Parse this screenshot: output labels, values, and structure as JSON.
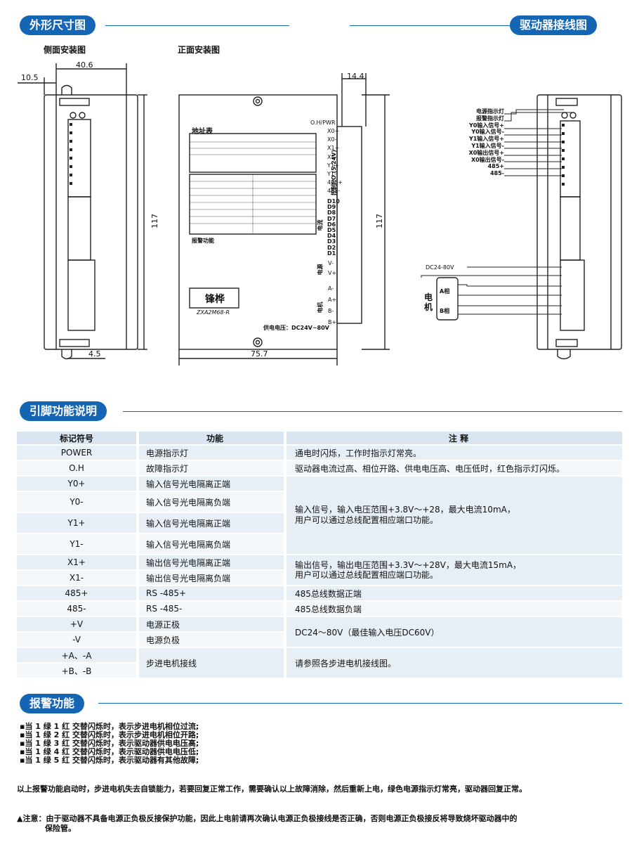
{
  "sections": {
    "dimensions_title": "外形尺寸图",
    "wiring_title": "驱动器接线图",
    "pins_title": "引脚功能说明",
    "alarm_title": "报警功能"
  },
  "drawing": {
    "side_label": "侧面安装图",
    "front_label": "正面安装图",
    "dim_10_5": "10.5",
    "dim_40_6": "40.6",
    "dim_117_left": "117",
    "dim_4_5": "4.5",
    "dim_14_4": "14.4",
    "dim_117_right": "117",
    "dim_75_7": "75.7",
    "front_panel": {
      "oh_pwr": "O.H/PWR",
      "address_table": "地址表",
      "control_io": "控制I/O (5-24V)",
      "io_pins": [
        "X0+",
        "X0-",
        "X1+",
        "X1-",
        "Y1+",
        "Y1-",
        "485+",
        "485-"
      ],
      "current": "电流",
      "d_pins": [
        "D10",
        "D9",
        "D8",
        "D7",
        "D6",
        "D5",
        "D4",
        "D3",
        "D2",
        "D1"
      ],
      "power": "电源",
      "power_pins": [
        "V-",
        "V+"
      ],
      "motor": "电机",
      "motor_pins": [
        "A-",
        "A+",
        "B-",
        "B+"
      ],
      "alarm_func": "报警功能",
      "brand": "锋桦",
      "model": "ZXA2M68-R",
      "supply_voltage": "供电电压：DC24V~80V"
    }
  },
  "wiring": {
    "labels": [
      "电源指示灯",
      "报警指示灯",
      "Y0输入信号+",
      "Y0输入信号-",
      "Y1输入信号+",
      "Y1输入信号-",
      "X0输出信号+",
      "X0输出信号-",
      "485+",
      "485-"
    ],
    "dc": "DC24-80V",
    "motor": "电机",
    "phase_a": "A相",
    "phase_b": "B相"
  },
  "pin_table": {
    "headers": [
      "标记符号",
      "功能",
      "注 释"
    ],
    "rows": [
      {
        "symbol": "POWER",
        "func": "电源指示灯"
      },
      {
        "symbol": "O.H",
        "func": "故障指示灯"
      },
      {
        "symbol": "Y0+",
        "func": "输入信号光电隔离正端"
      },
      {
        "symbol": "Y0-",
        "func": "输入信号光电隔离负端"
      },
      {
        "symbol": "Y1+",
        "func": "输入信号光电隔离正端"
      },
      {
        "symbol": "Y1-",
        "func": "输入信号光电隔离负端"
      },
      {
        "symbol": "X1+",
        "func": "输出信号光电隔离正端"
      },
      {
        "symbol": "X1-",
        "func": "输出信号光电隔离负端"
      },
      {
        "symbol": "485+",
        "func": "RS -485+"
      },
      {
        "symbol": "485-",
        "func": "RS -485-"
      },
      {
        "symbol": "+V",
        "func": "电源正极"
      },
      {
        "symbol": "-V",
        "func": "电源负极"
      },
      {
        "symbol": "+A、-A",
        "func": "步进电机接线"
      },
      {
        "symbol": "+B、-B",
        "func": ""
      }
    ],
    "notes": {
      "power": "通电时闪烁，工作时指示灯常亮。",
      "oh": "驱动器电流过高、相位开路、供电电压高、电压低时，红色指示灯闪烁。",
      "input_1": "输入信号，输入电压范围+3.8V～+28，最大电流10mA，",
      "input_2": "用户可以通过总线配置相应端口功能。",
      "output_1": "输出信号，输出电压范围+3.3V～+28V，最大电流15mA，",
      "output_2": "用户可以通过总线配置相应端口功能。",
      "rs485p": "485总线数据正端",
      "rs485n": "485总线数据负端",
      "dc": "DC24～80V（最佳输入电压DC60V）",
      "motor": "请参照各步进电机接线图。"
    }
  },
  "alarm": {
    "items": [
      "▪当 1 绿 1 红   交替闪烁时，表示步进电机相位过流;",
      "▪当 1 绿 2 红   交替闪烁时，表示步进电机相位开路;",
      "▪当 1 绿 3 红   交替闪烁时，表示驱动器供电电压高;",
      "▪当 1 绿 4 红   交替闪烁时，表示驱动器供电电压低;",
      "▪当 1 绿 5 红   交替闪烁时，表示驱动器有其他故障;"
    ],
    "recovery": "以上报警功能启动时，步进电机失去自锁能力，若要回复正常工作，需要确认以上故障消除，然后重新上电，绿色电源指示灯常亮，驱动器回复正常。",
    "note_1": "▲注意：由于驱动器不具备电源正负极反接保护功能，因此上电前请再次确认电源正负极接线是否正确，否则电源正负极接反将导致烧坏驱动器中的",
    "note_2": "保险管。"
  }
}
